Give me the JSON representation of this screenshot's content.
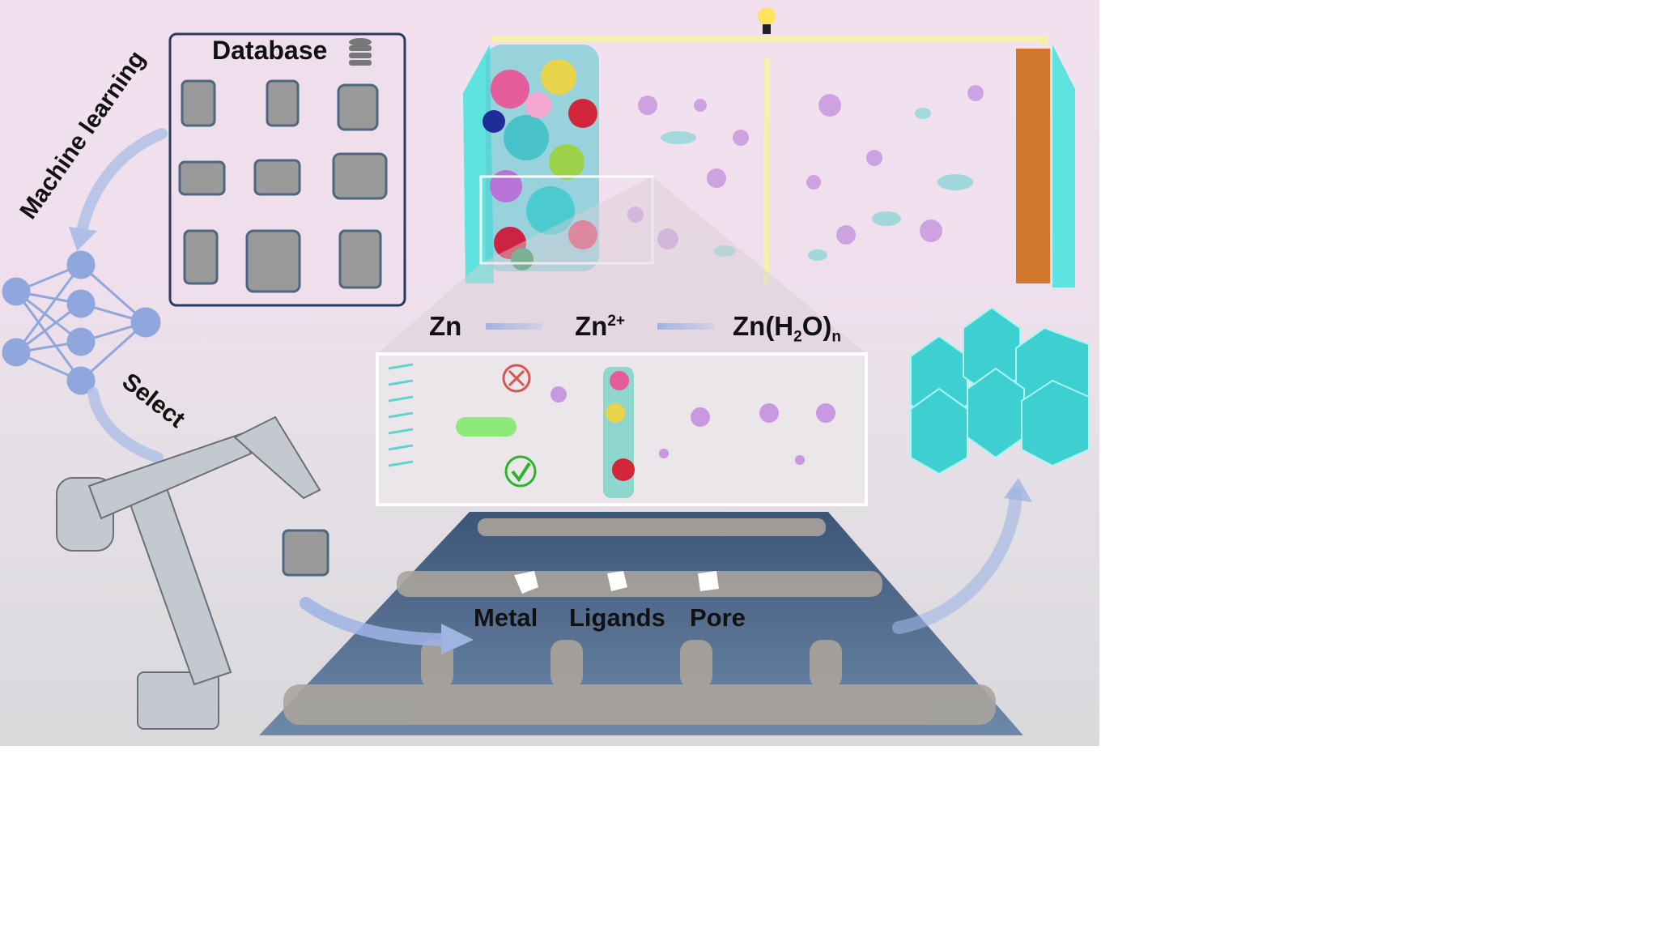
{
  "labels": {
    "database": "Database",
    "machine_learning": "Machine learning",
    "select": "Select",
    "zn": "Zn",
    "zn2_base": "Zn",
    "zn2_sup": "2+",
    "znh2o_a": "Zn(H",
    "znh2o_sub2": "2",
    "znh2o_b": "O)",
    "znh2o_subn": "n",
    "metal": "Metal",
    "ligands": "Ligands",
    "pore": "Pore"
  },
  "colors": {
    "accent_arrow": "#9fb4e4",
    "network_node": "#8fa7dd",
    "electrode_cyan": "#5fe3e0",
    "electrode_copper": "#d2782e",
    "wire": "#f4f2a8",
    "floor": "#56708f",
    "reject": "#d9534f",
    "accept": "#2bb52b"
  }
}
